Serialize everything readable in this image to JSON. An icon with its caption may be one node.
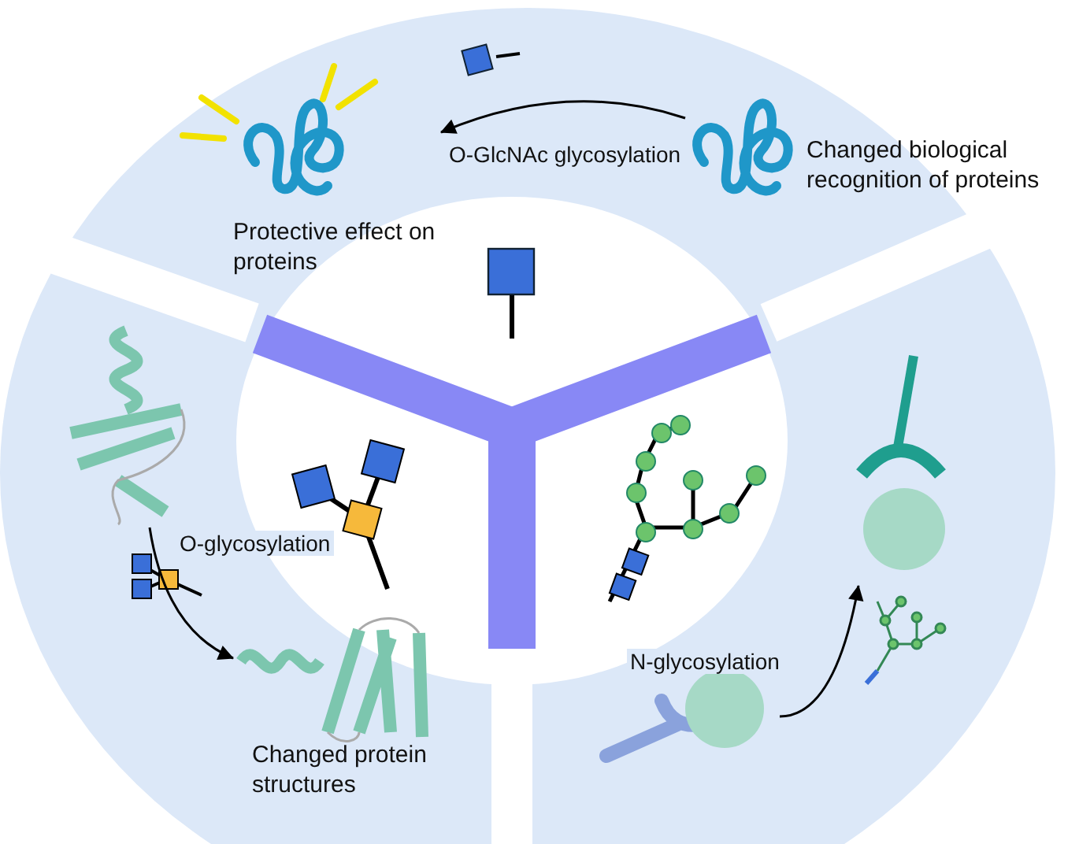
{
  "diagram": {
    "nodes": [
      {
        "text": [],
        "shape": "picture"
      },
      {
        "text": [
          "Protective effect on proteins"
        ]
      },
      {
        "text": [],
        "shape": "picture"
      },
      {
        "text": [
          "Changed protein structures"
        ]
      },
      {
        "text": [],
        "shape": "picture"
      },
      {
        "text": [
          "Changed biological recognition of proteins"
        ]
      }
    ],
    "edges": [
      {
        "from": 0,
        "to": 1,
        "arrow": "to",
        "label": "O-GlcNAc glycosylation"
      },
      {
        "from": 2,
        "to": 3,
        "arrow": "to",
        "label": "O-glycosylation"
      },
      {
        "from": 4,
        "to": 5,
        "arrow": "to",
        "label": "N-glycosylation"
      }
    ]
  }
}
